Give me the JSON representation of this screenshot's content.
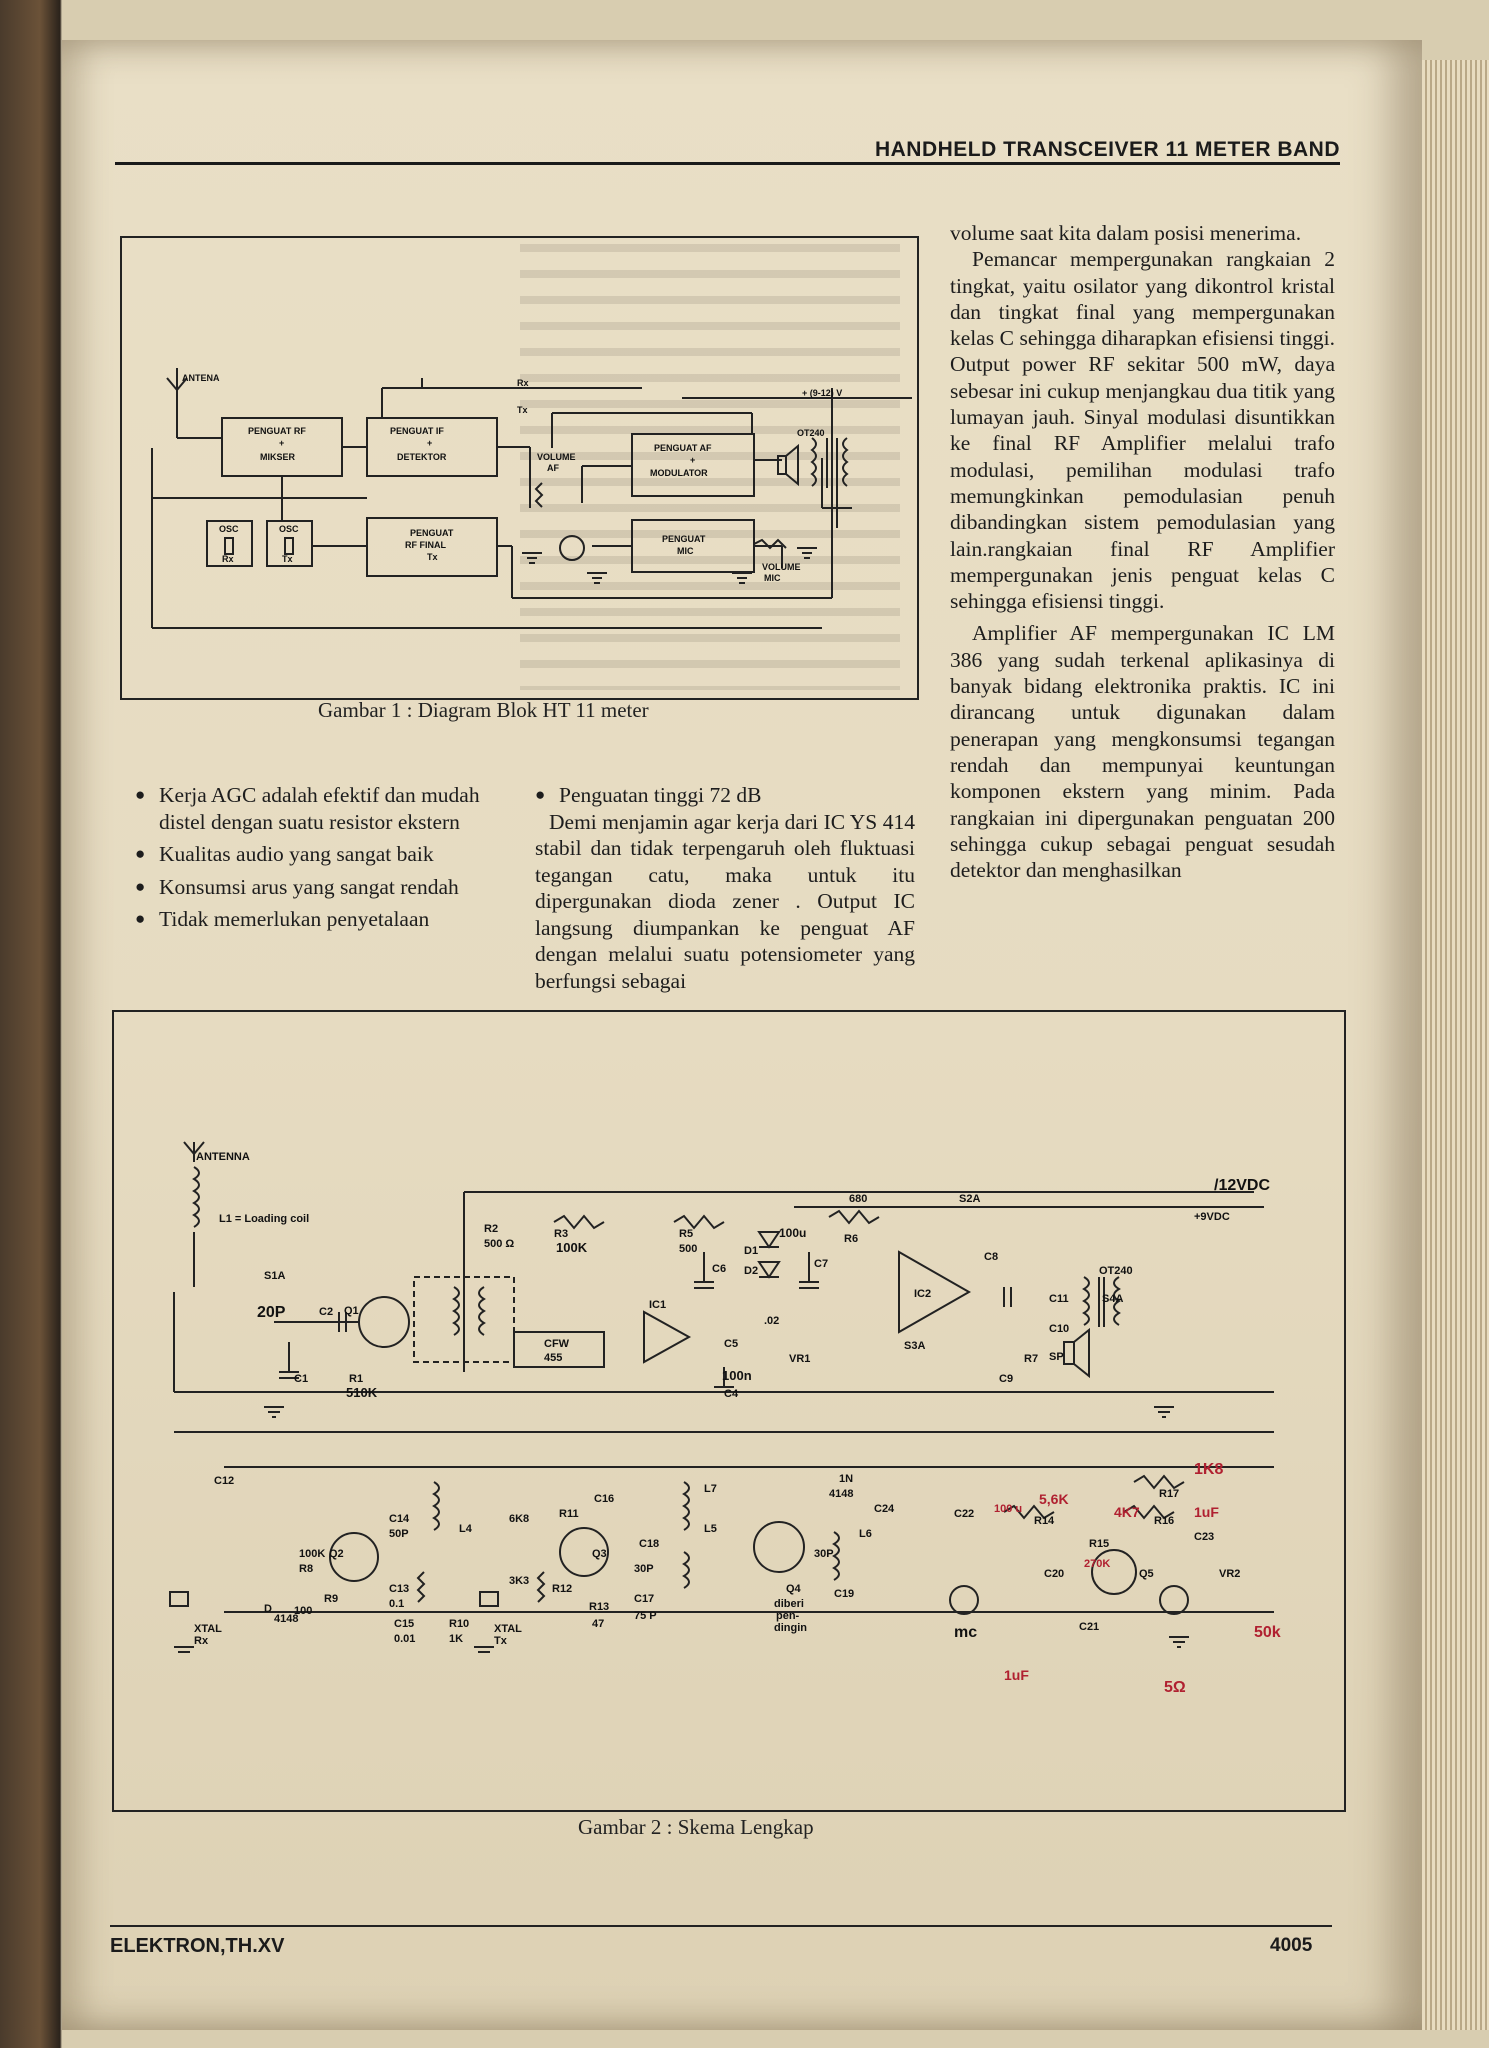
{
  "header": {
    "title": "HANDHELD TRANSCEIVER 11 METER BAND"
  },
  "footer": {
    "left": "ELEKTRON,TH.XV",
    "right": "4005"
  },
  "figure1": {
    "caption": "Gambar 1 : Diagram Blok HT 11 meter",
    "labels": {
      "antena": "ANTENA",
      "rf": "PENGUAT RF",
      "plus1": "+",
      "mixer": "MIKSER",
      "if": "PENGUAT IF",
      "plus2": "+",
      "det": "DETEKTOR",
      "af": "PENGUAT AF",
      "plus3": "+",
      "mod": "MODULATOR",
      "final1": "PENGUAT",
      "final2": "RF FINAL",
      "final3": "Tx",
      "mic1": "PENGUAT",
      "mic2": "MIC",
      "osc1a": "OSC",
      "osc1b": "Rx",
      "osc2a": "OSC",
      "osc2b": "Tx",
      "volaf1": "VOLUME",
      "volaf2": "AF",
      "volmic1": "VOLUME",
      "volmic2": "MIC",
      "supply": "+ (9-12) V",
      "ot240": "OT240",
      "rx": "Rx",
      "tx": "Tx"
    }
  },
  "bullets_left": [
    "Kerja AGC adalah efektif dan mudah distel dengan suatu resistor ekstern",
    "Kualitas audio yang sangat baik",
    "Konsumsi arus yang sangat rendah",
    "Tidak memerlukan penyetalaan"
  ],
  "middle": {
    "bullet": "Penguatan tinggi 72 dB",
    "para": "Demi menjamin agar kerja dari IC YS 414 stabil dan tidak terpengaruh oleh fluktuasi tegangan catu, maka untuk itu dipergunakan dioda zener . Output IC langsung diumpankan ke penguat AF dengan melalui suatu potensiometer yang berfungsi sebagai"
  },
  "right_column": [
    "volume saat kita dalam posisi menerima.",
    "Pemancar mempergunakan rangkaian 2 tingkat, yaitu osilator yang dikontrol kristal dan tingkat final yang mempergunakan kelas C sehingga diharapkan efisiensi tinggi. Output power RF sekitar 500 mW, daya sebesar ini cukup menjangkau dua titik yang lumayan jauh. Sinyal modulasi disuntikkan ke final RF Amplifier melalui trafo modulasi, pemilihan modulasi trafo memungkinkan pemodulasian penuh dibandingkan sistem pemodulasian yang lain.rangkaian final RF Amplifier mempergunakan jenis penguat kelas C sehingga efisiensi tinggi.",
    "Amplifier AF mempergunakan IC LM 386 yang sudah terkenal aplikasinya di banyak bidang elektronika praktis. IC ini dirancang untuk digunakan dalam penerapan yang mengkonsumsi tegangan rendah dan mempunyai keuntungan komponen ekstern yang minim. Pada rangkaian ini dipergunakan penguatan 200 sehingga cukup sebagai penguat sesudah detektor dan menghasilkan"
  ],
  "figure2": {
    "caption": "Gambar 2 : Skema Lengkap",
    "labels": {
      "antenna": "ANTENNA",
      "l1": "L1 = Loading coil",
      "s1a": "S1A",
      "s2a": "S2A",
      "s3a": "S3A",
      "s4a": "S4A",
      "vdc": "/12VDC",
      "svdc": "+9VDC",
      "r2": "R2",
      "r2v": "500 Ω",
      "r3": "R3",
      "r3v": "100K",
      "r5": "R5",
      "r5v": "500",
      "r6": "R6",
      "r6v": "680",
      "d1": "D1",
      "d2": "D2",
      "c6": "C6",
      "c7": "C7",
      "c8": "C8",
      "ic1": "IC1",
      "ic2": "IC2",
      "cfw": "CFW",
      "cfw2": "455",
      "c5": "C5",
      "c5v": ".02",
      "c4": "C4",
      "c4v": "100n",
      "vr1": "VR1",
      "c2": "C2",
      "c2v": "20P",
      "c1": "C1",
      "q1": "Q1",
      "r1": "R1",
      "r1v": "510K",
      "c11": "C11",
      "c10": "C10",
      "c9": "C9",
      "r7": "R7",
      "sp": "SP",
      "ot240": "OT240",
      "c12": "C12",
      "q2": "Q2",
      "c14": "C14",
      "c14v": "50P",
      "l4": "L4",
      "r8": "R8",
      "r8v": "100K",
      "d": "D",
      "dv": "4148",
      "r9": "R9",
      "r9v": "100",
      "c13": "C13",
      "c13v": "0.1",
      "c15": "C15",
      "c15v": "0.01",
      "r10": "R10",
      "r10v": "1K",
      "xtal1": "XTAL",
      "xtal1b": "Rx",
      "xtal2": "XTAL",
      "xtal2b": "Tx",
      "r11": "R11",
      "r11v": "6K8",
      "r12": "R12",
      "r12v": "3K3",
      "r13": "R13",
      "r13v": "47",
      "c16": "C16",
      "q3": "Q3",
      "c17": "C17",
      "c17v": "75 P",
      "c18": "C18",
      "c18v": "30P",
      "l5": "L5",
      "l7": "L7",
      "q4": "Q4",
      "q4v1": "diberi",
      "q4v2": "pen-",
      "q4v3": "dingin",
      "l6": "L6",
      "c19": "C19",
      "c19v": "30P",
      "c24": "C24",
      "c22": "C22",
      "c22v": "100 u",
      "r14": "R14",
      "r14v": "5,6K",
      "r15": "R15",
      "r15v": "270K",
      "r16": "R16",
      "r16v": "4K7",
      "r17": "R17",
      "r17v": "1K8",
      "c23": "C23",
      "c23v": "1uF",
      "q5": "Q5",
      "vr2": "VR2",
      "vr2v": "50k",
      "c20": "C20",
      "c21": "C21",
      "c21v": "1uF",
      "r5ohm": "5Ω",
      "mc": "mc",
      "d4": "1N",
      "d4b": "4148",
      "c100": "100u"
    }
  }
}
